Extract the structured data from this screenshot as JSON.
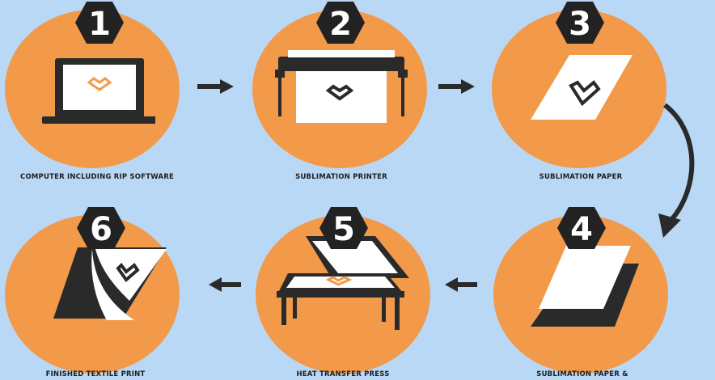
{
  "steps": [
    {
      "number": "1",
      "label": "COMPUTER INCLUDING RIP SOFTWARE"
    },
    {
      "number": "2",
      "label": "SUBLIMATION PRINTER"
    },
    {
      "number": "3",
      "label": "SUBLIMATION PAPER"
    },
    {
      "number": "4",
      "label": "SUBLIMATION PAPER &"
    },
    {
      "number": "5",
      "label": "HEAT TRANSFER PRESS"
    },
    {
      "number": "6",
      "label": "FINISHED TEXTILE PRINT"
    }
  ],
  "colors": {
    "background": "#b9d8f6",
    "circle": "#f39a4a",
    "dark": "#2a2a2a",
    "accent": "#f39a4a"
  }
}
